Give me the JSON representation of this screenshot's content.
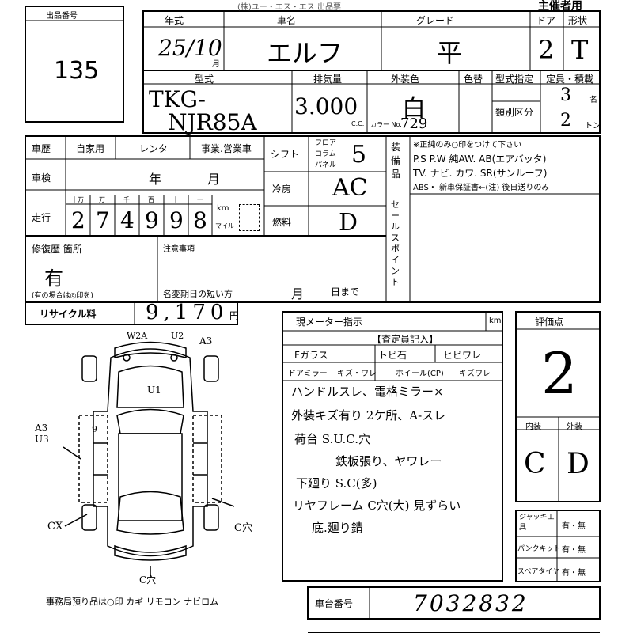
{
  "header": {
    "top_fragment": "(株)ユー・エス・エス 出品票",
    "top_right": "主催者用"
  },
  "lot": {
    "label": "出品番号",
    "number": "135"
  },
  "vehicle": {
    "year_label": "年式",
    "year_value": "25/10",
    "month_unit": "月",
    "name_label": "車名",
    "name_value": "エルフ",
    "grade_label": "グレード",
    "grade_value": "平",
    "doors_label": "ドア",
    "doors_value": "2",
    "shape_label": "形状",
    "shape_value": "T",
    "model_label": "型式",
    "model_value_1": "TKG-",
    "model_value_2": "NJR85A",
    "displacement_label": "排気量",
    "displacement_value": "3.000",
    "cc_unit": "C.C.",
    "exterior_color_label": "外装色",
    "exterior_color_value": "白",
    "color_change_label": "色替",
    "color_no_label": "カラー No.",
    "color_no_value": "729",
    "model_designation_label": "型式指定",
    "category_label": "類別区分",
    "capacity_label": "定員・積載",
    "capacity_value": "3",
    "capacity_unit": "名",
    "load_value": "2",
    "load_unit": "トン"
  },
  "history": {
    "label": "車歴",
    "private": "自家用",
    "rental": "レンタ",
    "business": "事業.営業車",
    "inspection_label": "車検",
    "year_unit": "年",
    "month_unit": "月",
    "mileage_label": "走行",
    "digit_headers": [
      "十万",
      "万",
      "千",
      "百",
      "十",
      "一"
    ],
    "mileage_digits": [
      "2",
      "7",
      "4",
      "9",
      "9",
      "8"
    ],
    "km_unit": "km",
    "mile_unit": "マイル"
  },
  "shift": {
    "label": "シフト",
    "options": [
      "フロア",
      "コラム",
      "パネル"
    ],
    "value": "5",
    "ac_label": "冷房",
    "ac_value": "AC",
    "fuel_label": "燃料",
    "fuel_value": "D"
  },
  "equipment": {
    "label": "装備品",
    "note": "※正純のみ○印をつけて下さい",
    "line1": "P.S  P.W  純AW.  AB(エアバッタ)",
    "line2": "TV. ナビ. カワ. SR(サンルーフ)",
    "line3": "ABS・ 新車保証書←(注) 後日送りのみ"
  },
  "sales_point": {
    "label": "セールスポイント"
  },
  "repair": {
    "label": "修復歴 箇所",
    "value": "有",
    "note": "(有の場合は◎印を)"
  },
  "caution": {
    "label": "注意事項",
    "name_change_label": "名変期日の短い方",
    "month_unit": "月",
    "day_unit": "日まで"
  },
  "recycle": {
    "label": "リサイクル料",
    "value": "9,170",
    "unit": "円"
  },
  "meter": {
    "label": "現メーター指示",
    "unit": "km"
  },
  "inspector": {
    "label": "【査定員記入】",
    "fglass": "Fガラス",
    "tobi": "トビ石",
    "hibi": "ヒビワレ",
    "door_mirror": "ドアミラー",
    "mirror_state": "キズ・ワレ",
    "wheel": "ホイール(CP)",
    "wheel_state": "キズワレ",
    "notes": [
      "ハンドルスレ、電格ミラー×",
      "外装キズ有り 2ケ所、A-スレ",
      "荷台 S.U.C.穴",
      "鉄板張り、ヤワレー",
      "下廻り S.C(多)",
      "リヤフレーム C穴(大) 見ずらい",
      "底.廻り錆"
    ]
  },
  "grade": {
    "label": "評価点",
    "value": "2",
    "interior_label": "内装",
    "interior_value": "C",
    "exterior_label": "外装",
    "exterior_value": "D"
  },
  "tools": {
    "jack_label": "ジャッキ工具",
    "jack_value": "有・無",
    "puncture_label": "パンクキット",
    "puncture_value": "有・無",
    "spare_label": "スペアタイヤ",
    "spare_value": "有・無"
  },
  "chassis": {
    "label": "車台番号",
    "value": "7032832"
  },
  "diagram": {
    "footer": "事務局預り品は○印  カギ リモコン ナビロム",
    "marks": [
      "W2A",
      "U2",
      "A3",
      "U1",
      "A3",
      "U3",
      "9",
      "CX",
      "C穴",
      "C穴"
    ]
  }
}
